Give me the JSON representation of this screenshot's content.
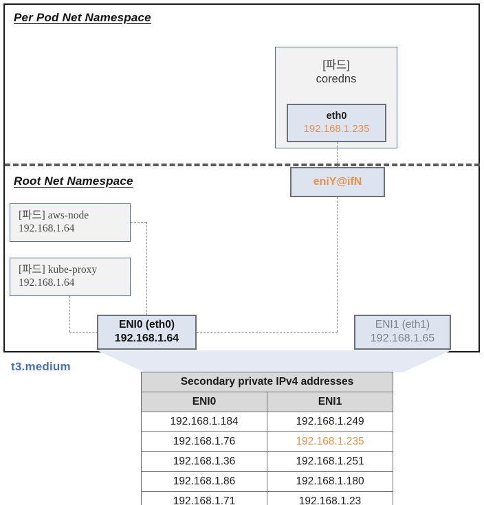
{
  "diagram": {
    "instance_label": "t3.medium",
    "namespaces": {
      "per_pod": "Per Pod  Net Namespace",
      "root": "Root Net Namespace"
    },
    "pods": {
      "coredns": {
        "tag": "[파드]",
        "name": "coredns",
        "interface": {
          "name": "eth0",
          "ip": "192.168.1.235"
        }
      },
      "aws_node": {
        "title": "[파드] aws-node",
        "ip": "192.168.1.64"
      },
      "kube_proxy": {
        "title": "[파드] kube-proxy",
        "ip": "192.168.1.64"
      }
    },
    "host_interfaces": {
      "veth": {
        "label": "eniY@ifN"
      },
      "eni0": {
        "title": "ENI0 (eth0)",
        "ip": "192.168.1.64"
      },
      "eni1": {
        "title": "ENI1 (eth1)",
        "ip": "192.168.1.65"
      }
    },
    "colors": {
      "accent_orange": "#e8914a",
      "accent_blue": "#4a6fbf",
      "pod_border": "#4f6fa3",
      "iface_fill": "#dde3ef",
      "iface_border": "#6b7076"
    }
  },
  "table": {
    "title": "Secondary private IPv4 addresses",
    "columns": [
      "ENI0",
      "ENI1"
    ],
    "rows": [
      [
        "192.168.1.184",
        "192.168.1.249"
      ],
      [
        "192.168.1.76",
        "192.168.1.235"
      ],
      [
        "192.168.1.36",
        "192.168.1.251"
      ],
      [
        "192.168.1.86",
        "192.168.1.180"
      ],
      [
        "192.168.1.71",
        "192.168.1.23"
      ]
    ],
    "highlight": {
      "row": 1,
      "col": 1
    }
  }
}
